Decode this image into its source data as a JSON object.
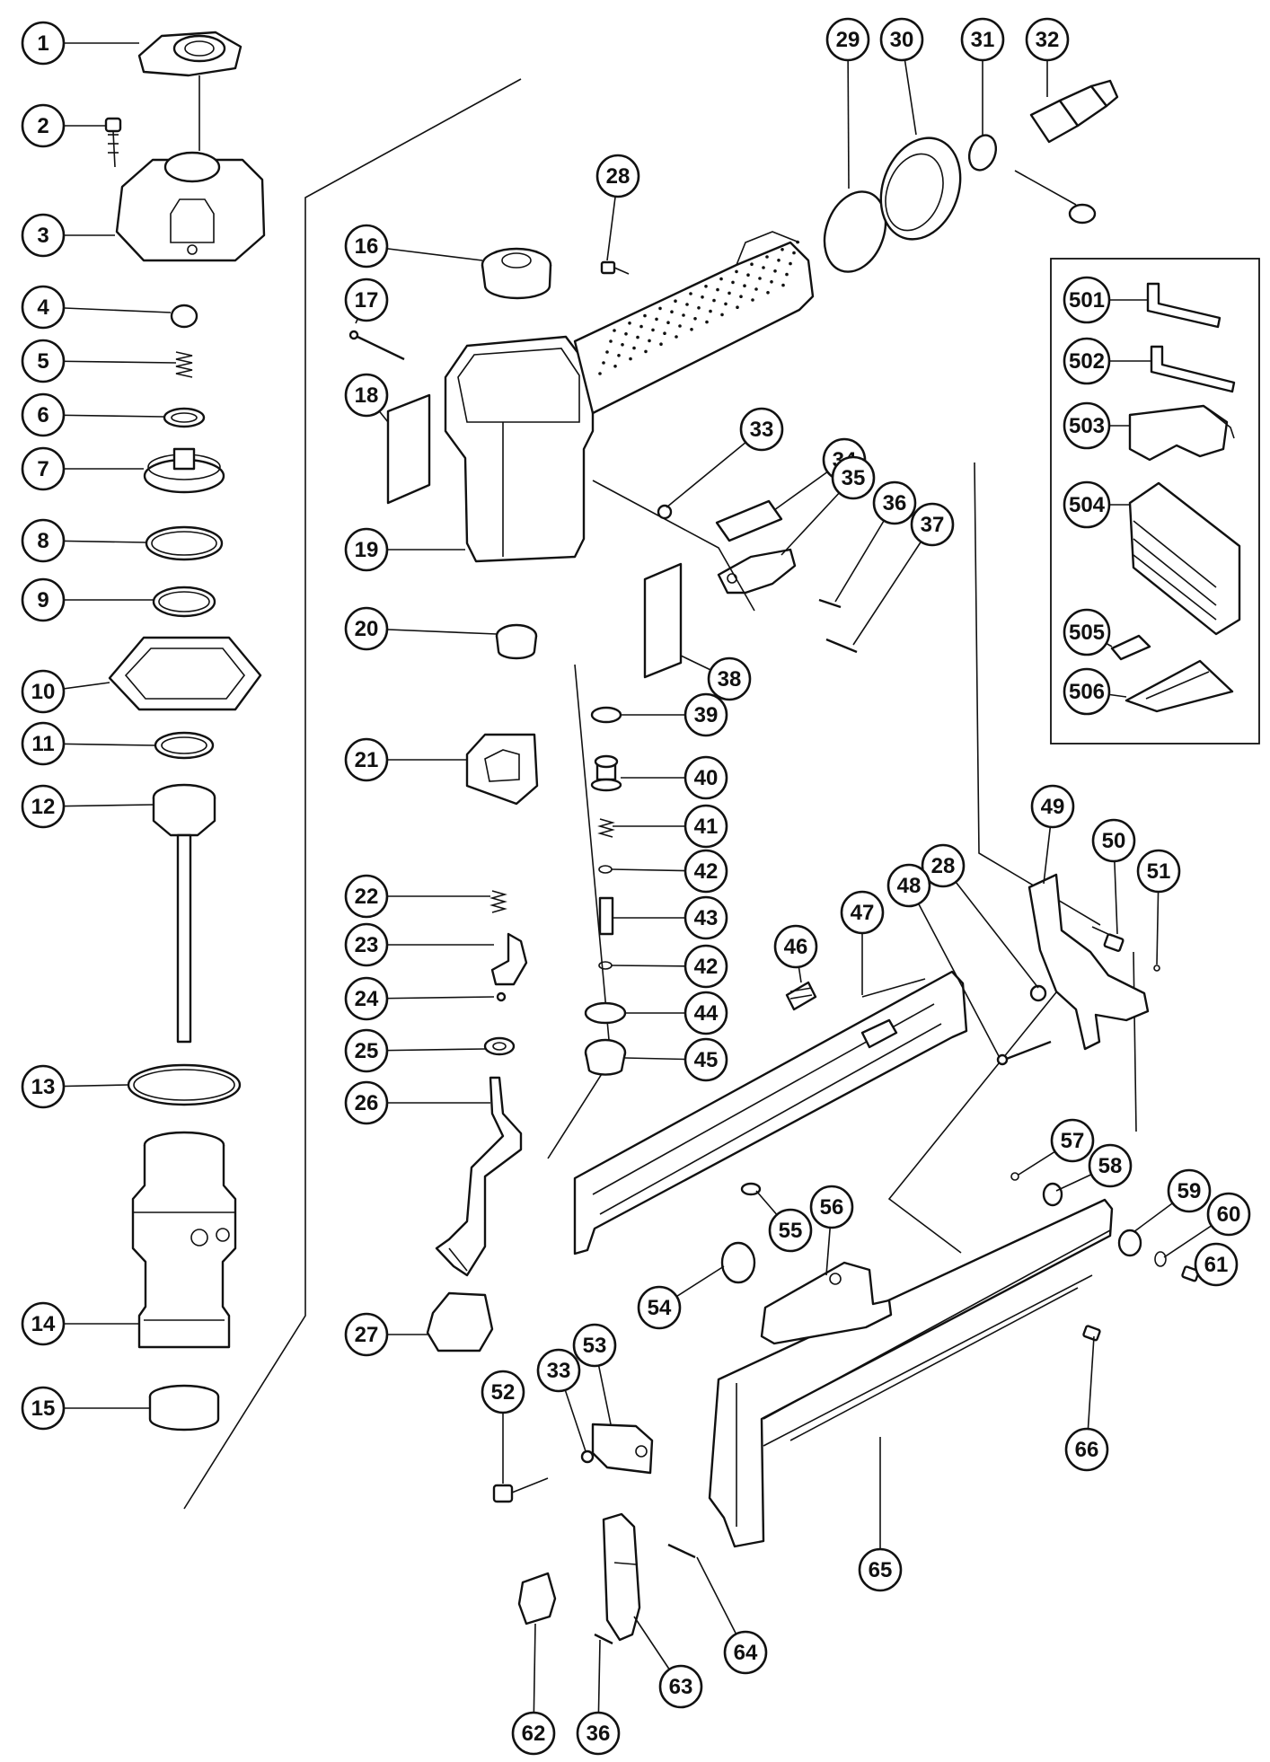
{
  "diagram": {
    "style": {
      "line_color": "#111111",
      "background": "#ffffff"
    },
    "callouts": [
      {
        "id": "1",
        "label": "1"
      },
      {
        "id": "2",
        "label": "2"
      },
      {
        "id": "3",
        "label": "3"
      },
      {
        "id": "4",
        "label": "4"
      },
      {
        "id": "5",
        "label": "5"
      },
      {
        "id": "6",
        "label": "6"
      },
      {
        "id": "7",
        "label": "7"
      },
      {
        "id": "8",
        "label": "8"
      },
      {
        "id": "9",
        "label": "9"
      },
      {
        "id": "10",
        "label": "10"
      },
      {
        "id": "11",
        "label": "11"
      },
      {
        "id": "12",
        "label": "12"
      },
      {
        "id": "13",
        "label": "13"
      },
      {
        "id": "14",
        "label": "14"
      },
      {
        "id": "15",
        "label": "15"
      },
      {
        "id": "16",
        "label": "16"
      },
      {
        "id": "17",
        "label": "17"
      },
      {
        "id": "18",
        "label": "18"
      },
      {
        "id": "19",
        "label": "19"
      },
      {
        "id": "20",
        "label": "20"
      },
      {
        "id": "21",
        "label": "21"
      },
      {
        "id": "22",
        "label": "22"
      },
      {
        "id": "23",
        "label": "23"
      },
      {
        "id": "24",
        "label": "24"
      },
      {
        "id": "25",
        "label": "25"
      },
      {
        "id": "26",
        "label": "26"
      },
      {
        "id": "27",
        "label": "27"
      },
      {
        "id": "28a",
        "label": "28"
      },
      {
        "id": "28b",
        "label": "28"
      },
      {
        "id": "29",
        "label": "29"
      },
      {
        "id": "30",
        "label": "30"
      },
      {
        "id": "31",
        "label": "31"
      },
      {
        "id": "32",
        "label": "32"
      },
      {
        "id": "33a",
        "label": "33"
      },
      {
        "id": "33b",
        "label": "33"
      },
      {
        "id": "34",
        "label": "34"
      },
      {
        "id": "35",
        "label": "35"
      },
      {
        "id": "36a",
        "label": "36"
      },
      {
        "id": "36b",
        "label": "36"
      },
      {
        "id": "37",
        "label": "37"
      },
      {
        "id": "38",
        "label": "38"
      },
      {
        "id": "39",
        "label": "39"
      },
      {
        "id": "40",
        "label": "40"
      },
      {
        "id": "41",
        "label": "41"
      },
      {
        "id": "42a",
        "label": "42"
      },
      {
        "id": "42b",
        "label": "42"
      },
      {
        "id": "43",
        "label": "43"
      },
      {
        "id": "44",
        "label": "44"
      },
      {
        "id": "45",
        "label": "45"
      },
      {
        "id": "46",
        "label": "46"
      },
      {
        "id": "47",
        "label": "47"
      },
      {
        "id": "48",
        "label": "48"
      },
      {
        "id": "49",
        "label": "49"
      },
      {
        "id": "50",
        "label": "50"
      },
      {
        "id": "51",
        "label": "51"
      },
      {
        "id": "52",
        "label": "52"
      },
      {
        "id": "53",
        "label": "53"
      },
      {
        "id": "54",
        "label": "54"
      },
      {
        "id": "55",
        "label": "55"
      },
      {
        "id": "56",
        "label": "56"
      },
      {
        "id": "57",
        "label": "57"
      },
      {
        "id": "58",
        "label": "58"
      },
      {
        "id": "59",
        "label": "59"
      },
      {
        "id": "60",
        "label": "60"
      },
      {
        "id": "61",
        "label": "61"
      },
      {
        "id": "62",
        "label": "62"
      },
      {
        "id": "63",
        "label": "63"
      },
      {
        "id": "64",
        "label": "64"
      },
      {
        "id": "65",
        "label": "65"
      },
      {
        "id": "66",
        "label": "66"
      },
      {
        "id": "501",
        "label": "501"
      },
      {
        "id": "502",
        "label": "502"
      },
      {
        "id": "503",
        "label": "503"
      },
      {
        "id": "504",
        "label": "504"
      },
      {
        "id": "505",
        "label": "505"
      },
      {
        "id": "506",
        "label": "506"
      }
    ]
  }
}
